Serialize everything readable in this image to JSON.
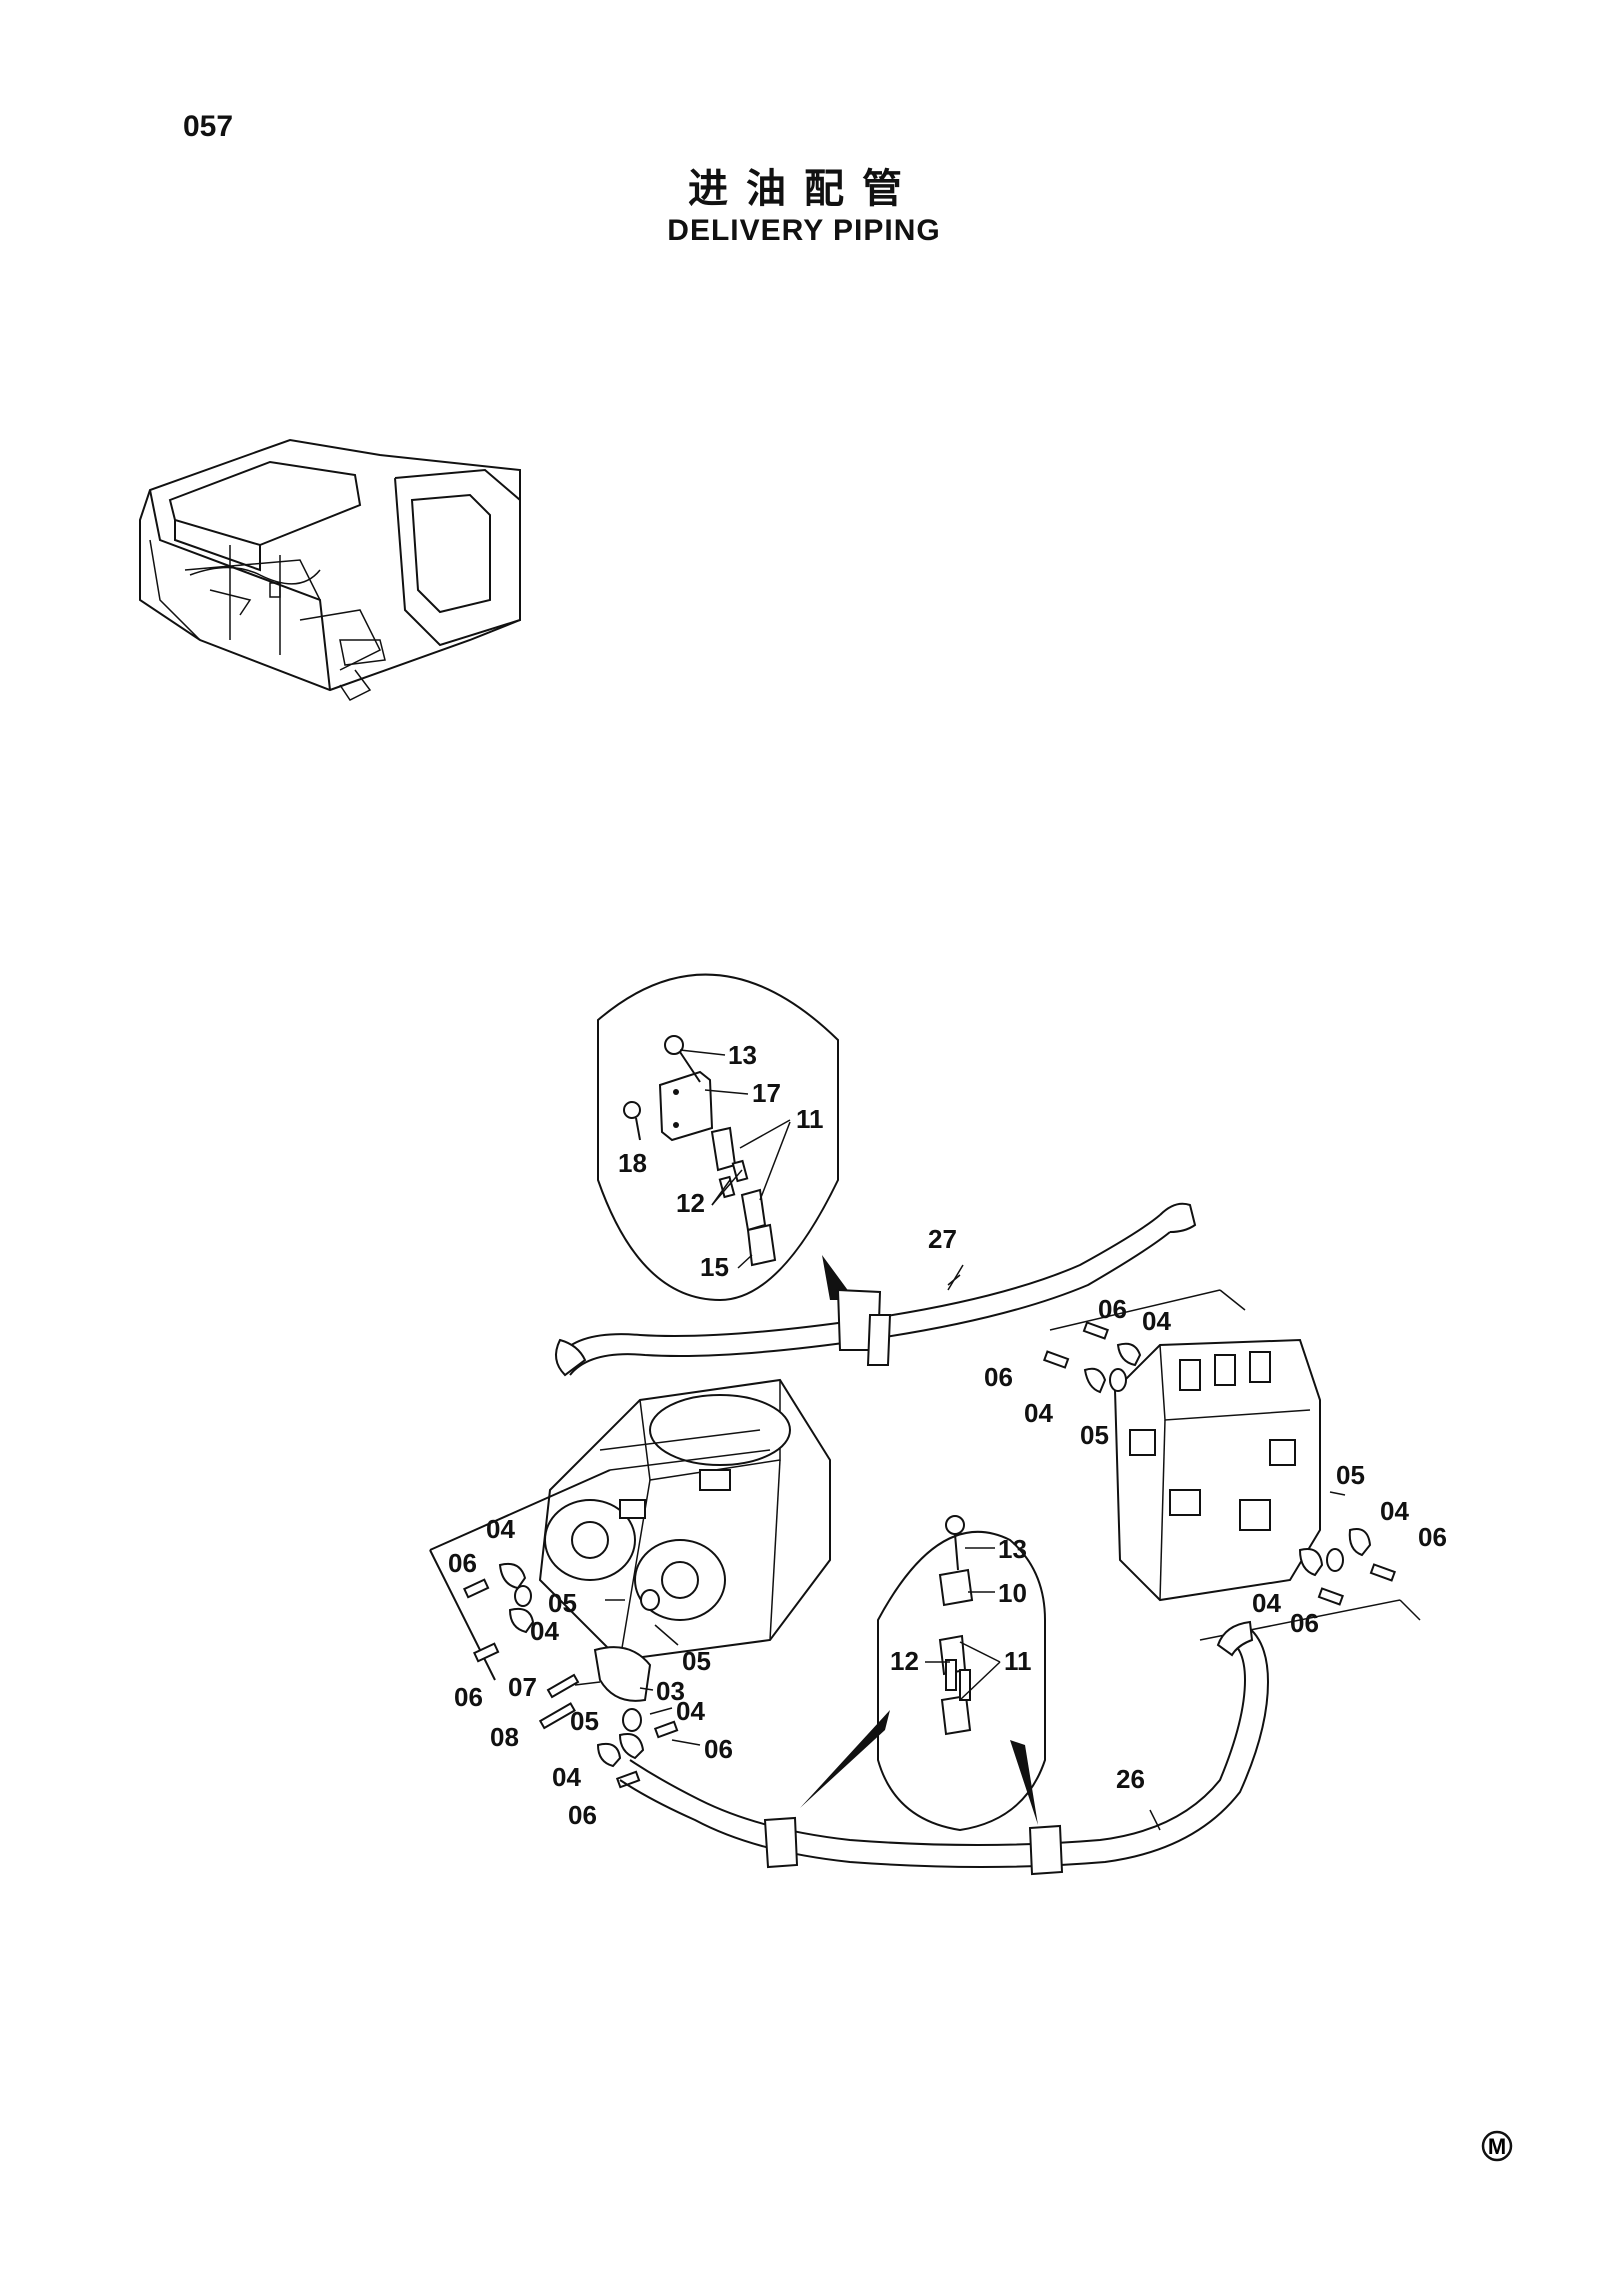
{
  "page": {
    "number": "057",
    "title_cn": "进油配管",
    "title_en": "DELIVERY PIPING",
    "corner_mark": "M"
  },
  "callouts": {
    "detail_upper": {
      "c13": "13",
      "c17": "17",
      "c18": "18",
      "c11": "11",
      "c12": "12",
      "c15": "15"
    },
    "pipe_27": "27",
    "pipe_26": "26",
    "valve_side": {
      "c06a": "06",
      "c04a": "04",
      "c06b": "06",
      "c04b": "04",
      "c05a": "05",
      "c05b": "05",
      "c04c": "04",
      "c06c": "06",
      "c04d": "04",
      "c06d": "06"
    },
    "pump_side": {
      "c04a": "04",
      "c06a": "06",
      "c05a": "05",
      "c04b": "04",
      "c06b": "06",
      "c05b": "05",
      "c07": "07",
      "c03": "03",
      "c05c": "05",
      "c04c": "04",
      "c08": "08",
      "c06c": "06",
      "c04d": "04",
      "c06d": "06"
    },
    "detail_lower": {
      "c13": "13",
      "c10": "10",
      "c12": "12",
      "c11": "11"
    }
  }
}
